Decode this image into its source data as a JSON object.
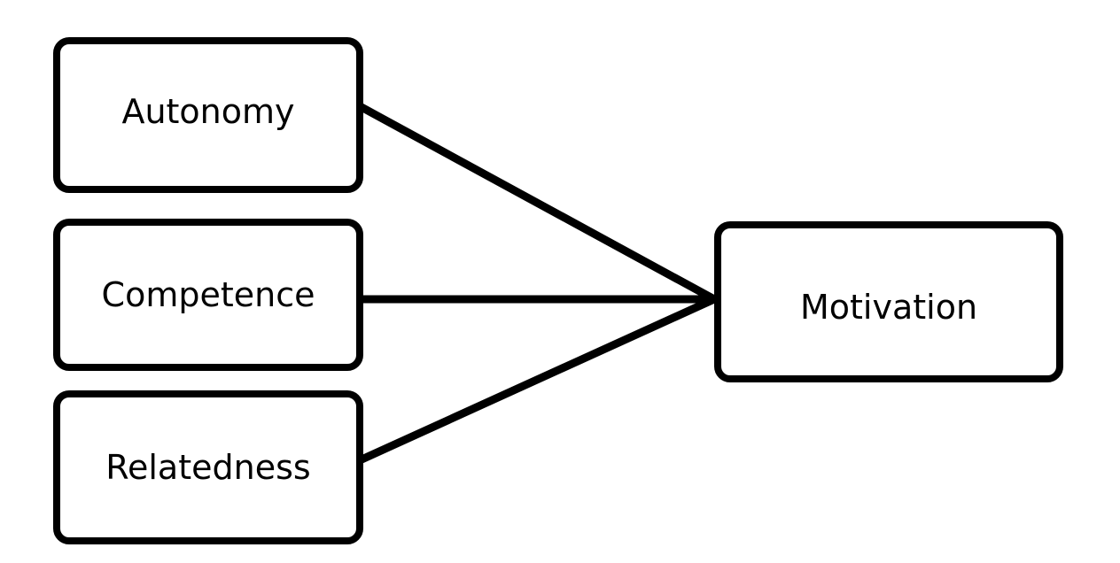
{
  "diagram": {
    "inputs": [
      {
        "id": "autonomy",
        "label": "Autonomy"
      },
      {
        "id": "competence",
        "label": "Competence"
      },
      {
        "id": "relatedness",
        "label": "Relatedness"
      }
    ],
    "output": {
      "id": "motivation",
      "label": "Motivation"
    },
    "edges": [
      {
        "from": "autonomy",
        "to": "motivation"
      },
      {
        "from": "competence",
        "to": "motivation"
      },
      {
        "from": "relatedness",
        "to": "motivation"
      }
    ],
    "colors": {
      "stroke": "#000000",
      "fill": "#ffffff",
      "text": "#000000"
    }
  }
}
